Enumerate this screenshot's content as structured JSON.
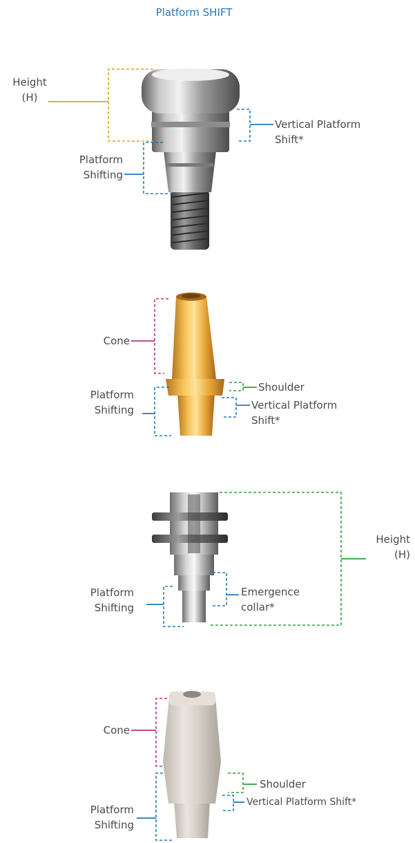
{
  "title": "Platform SHIFT",
  "colors": {
    "title": "#1f7ab8",
    "blue": "#1f7ab8",
    "orange": "#e0a21c",
    "magenta": "#b5338a",
    "green": "#2e9e3e",
    "text": "#4a4a4a"
  },
  "diagrams": [
    {
      "component": "healing-abutment",
      "labels": {
        "height_line1": "Height",
        "height_line2": "(H)",
        "platform_shifting_line1": "Platform",
        "platform_shifting_line2": "Shifting",
        "vertical_shift_line1": "Vertical Platform",
        "vertical_shift_line2": "Shift*"
      }
    },
    {
      "component": "gold-abutment",
      "labels": {
        "cone": "Cone",
        "shoulder": "Shoulder",
        "platform_shifting_line1": "Platform",
        "platform_shifting_line2": "Shifting",
        "vertical_shift_line1": "Vertical Platform",
        "vertical_shift_line2": "Shift*"
      }
    },
    {
      "component": "titanium-base",
      "labels": {
        "height_line1": "Height",
        "height_line2": "(H)",
        "platform_shifting_line1": "Platform",
        "platform_shifting_line2": "Shifting",
        "emergence_line1": "Emergence",
        "emergence_line2": "collar*"
      }
    },
    {
      "component": "ceramic-abutment",
      "labels": {
        "cone": "Cone",
        "shoulder": "Shoulder",
        "platform_shifting_line1": "Platform",
        "platform_shifting_line2": "Shifting",
        "vertical_shift": "Vertical Platform Shift*"
      }
    }
  ]
}
